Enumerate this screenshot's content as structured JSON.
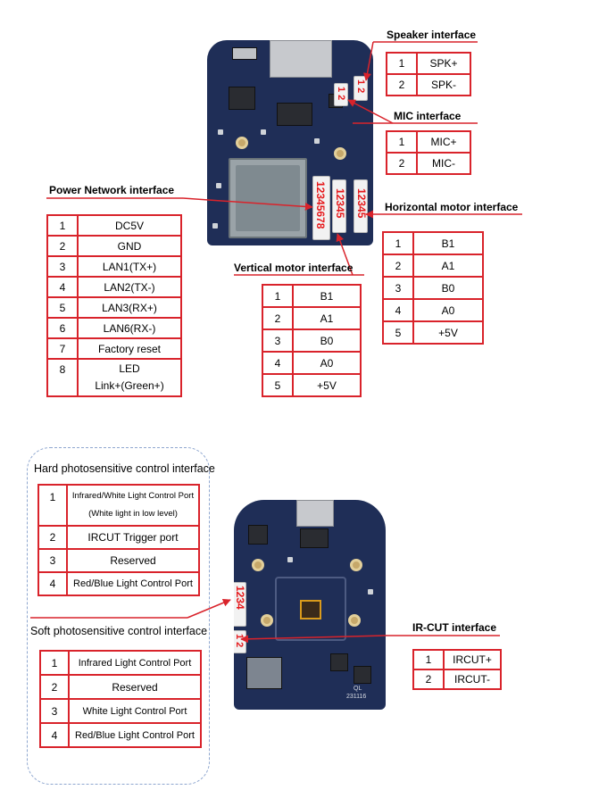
{
  "speaker": {
    "title": "Speaker interface",
    "rows": [
      [
        "1",
        "SPK+"
      ],
      [
        "2",
        "SPK-"
      ]
    ],
    "connector_label": "1 2"
  },
  "mic": {
    "title": "MIC interface",
    "rows": [
      [
        "1",
        "MIC+"
      ],
      [
        "2",
        "MIC-"
      ]
    ],
    "connector_label": "1 2"
  },
  "power_network": {
    "title": "Power Network interface",
    "rows": [
      [
        "1",
        "DC5V"
      ],
      [
        "2",
        "GND"
      ],
      [
        "3",
        "LAN1(TX+)"
      ],
      [
        "4",
        "LAN2(TX-)"
      ],
      [
        "5",
        "LAN3(RX+)"
      ],
      [
        "6",
        "LAN6(RX-)"
      ],
      [
        "7",
        "Factory reset"
      ],
      [
        "8",
        "LED",
        "Link+(Green+)"
      ]
    ],
    "connector_label": "12345678"
  },
  "horizontal_motor": {
    "title": "Horizontal motor interface",
    "rows": [
      [
        "1",
        "B1"
      ],
      [
        "2",
        "A1"
      ],
      [
        "3",
        "B0"
      ],
      [
        "4",
        "A0"
      ],
      [
        "5",
        "+5V"
      ]
    ],
    "connector_label": "12345"
  },
  "vertical_motor": {
    "title": "Vertical motor interface",
    "rows": [
      [
        "1",
        "B1"
      ],
      [
        "2",
        "A1"
      ],
      [
        "3",
        "B0"
      ],
      [
        "4",
        "A0"
      ],
      [
        "5",
        "+5V"
      ]
    ],
    "connector_label": "12345"
  },
  "hard_photo": {
    "title": "Hard photosensitive control interface",
    "rows": [
      [
        "1",
        "Infrared/White Light Control Port",
        "(White light in low level)"
      ],
      [
        "2",
        "IRCUT Trigger port"
      ],
      [
        "3",
        "Reserved"
      ],
      [
        "4",
        "Red/Blue Light Control Port"
      ]
    ]
  },
  "soft_photo": {
    "title": "Soft photosensitive control interface",
    "rows": [
      [
        "1",
        "Infrared Light Control Port"
      ],
      [
        "2",
        "Reserved"
      ],
      [
        "3",
        "White Light Control Port"
      ],
      [
        "4",
        "Red/Blue Light Control Port"
      ]
    ],
    "connector_label": "1234"
  },
  "ircut": {
    "title": "IR-CUT interface",
    "rows": [
      [
        "1",
        "IRCUT+"
      ],
      [
        "2",
        "IRCUT-"
      ]
    ],
    "connector_label": "1 2"
  },
  "board_marks": {
    "bottom_code_1": "QL",
    "bottom_code_2": "231116"
  },
  "colors": {
    "table_border": "#d9232b",
    "pcb": "#1f2e57",
    "connector_label": "#e6191c",
    "dashed_box": "#8ea6cf"
  }
}
